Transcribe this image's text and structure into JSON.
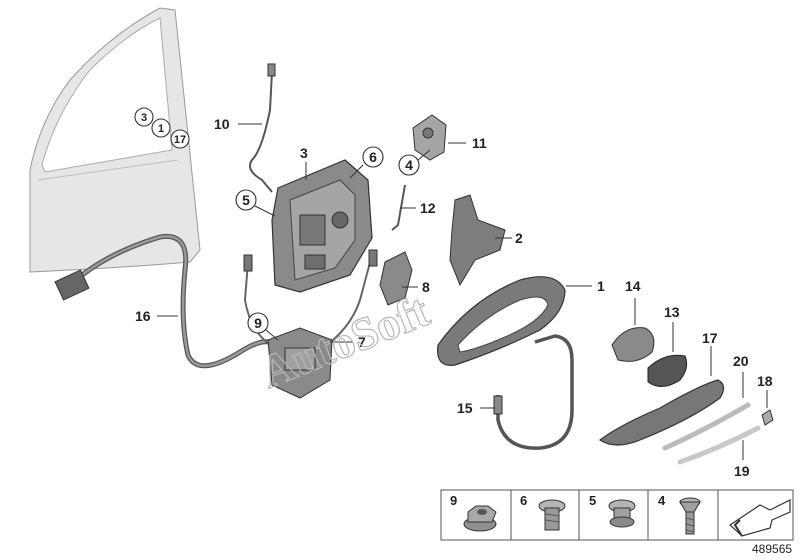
{
  "watermark": "AutoSoft",
  "door_callouts": [
    "3",
    "1",
    "17"
  ],
  "callouts": {
    "p1": "1",
    "p2": "2",
    "p3": "3",
    "p4": "4",
    "p5": "5",
    "p6": "6",
    "p7": "7",
    "p8": "8",
    "p9": "9",
    "p10": "10",
    "p11": "11",
    "p12": "12",
    "p13": "13",
    "p14": "14",
    "p15": "15",
    "p16": "16",
    "p17": "17",
    "p18": "18",
    "p19": "19",
    "p20": "20"
  },
  "legend": [
    {
      "label": "9",
      "icon": "flange-nut-icon"
    },
    {
      "label": "6",
      "icon": "torx-bolt-short-icon"
    },
    {
      "label": "5",
      "icon": "torx-bolt-collar-icon"
    },
    {
      "label": "4",
      "icon": "countersunk-screw-icon"
    },
    {
      "label": "",
      "icon": "direction-arrow-icon"
    }
  ],
  "doc_number": "489565",
  "colors": {
    "line": "#333333",
    "part_fill": "#8a8a8a",
    "light_fill": "#d9d9d9",
    "door_fill": "#e6e6e6"
  }
}
